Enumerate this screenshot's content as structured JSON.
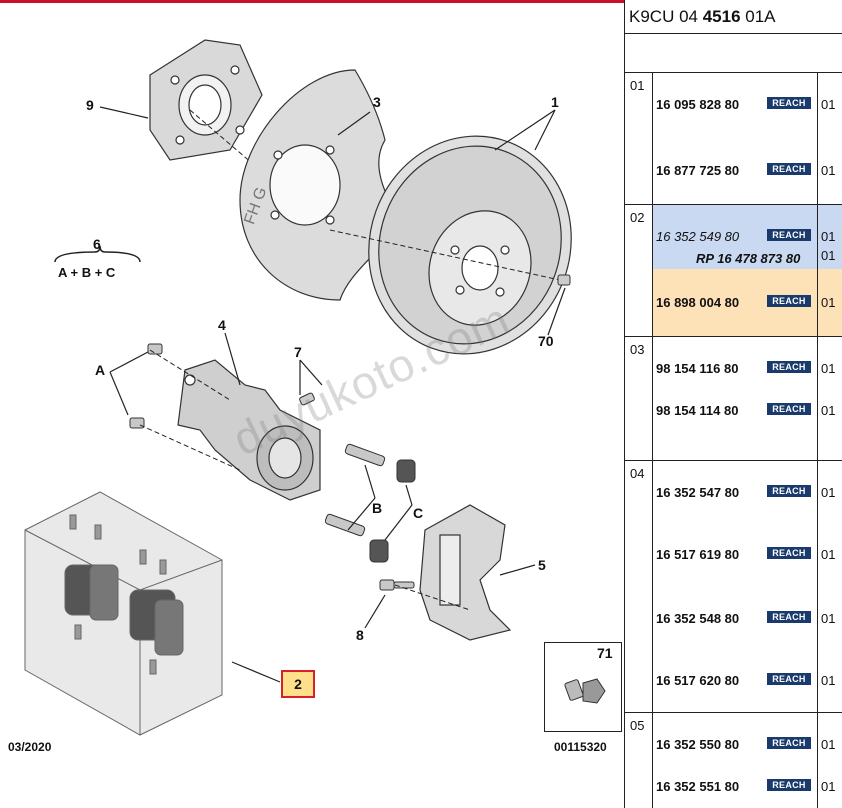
{
  "diagram": {
    "callouts": [
      "9",
      "3",
      "1",
      "6",
      "A + B + C",
      "4",
      "7",
      "A",
      "70",
      "B",
      "C",
      "5",
      "8",
      "2",
      "71"
    ],
    "watermark": "duyukoto.com",
    "date": "03/2020",
    "doc_number": "00115320",
    "shield_text": "FH G"
  },
  "panel": {
    "code_prefix": "K9CU 04 ",
    "code_bold": "4516",
    "code_suffix": " 01A",
    "reach_label": "REACH",
    "groups": [
      {
        "num": "01",
        "rows": [
          {
            "part": "16 095 828 80",
            "qty": "01"
          },
          {
            "part": "16 877 725 80",
            "qty": "01"
          }
        ]
      },
      {
        "num": "02",
        "rows": [
          {
            "part": "16 352 549 80",
            "qty": "01",
            "italic": true
          },
          {
            "part": "16 898 004 80",
            "qty": "01"
          }
        ],
        "replacement": "RP 16 478 873 80",
        "replacement_qty": "01"
      },
      {
        "num": "03",
        "rows": [
          {
            "part": "98 154 116 80",
            "qty": "01"
          },
          {
            "part": "98 154 114 80",
            "qty": "01"
          }
        ]
      },
      {
        "num": "04",
        "rows": [
          {
            "part": "16 352 547 80",
            "qty": "01"
          },
          {
            "part": "16 517 619 80",
            "qty": "01"
          },
          {
            "part": "16 352 548 80",
            "qty": "01"
          },
          {
            "part": "16 517 620 80",
            "qty": "01"
          }
        ]
      },
      {
        "num": "05",
        "rows": [
          {
            "part": "16 352 550 80",
            "qty": "01"
          },
          {
            "part": "16 352 551 80",
            "qty": "01"
          }
        ]
      }
    ]
  },
  "colors": {
    "accent_red": "#c8102e",
    "row_highlight_blue": "#c9d9f2",
    "row_highlight_orange": "#fde2b8",
    "reach_badge": "#1a3a6c"
  }
}
